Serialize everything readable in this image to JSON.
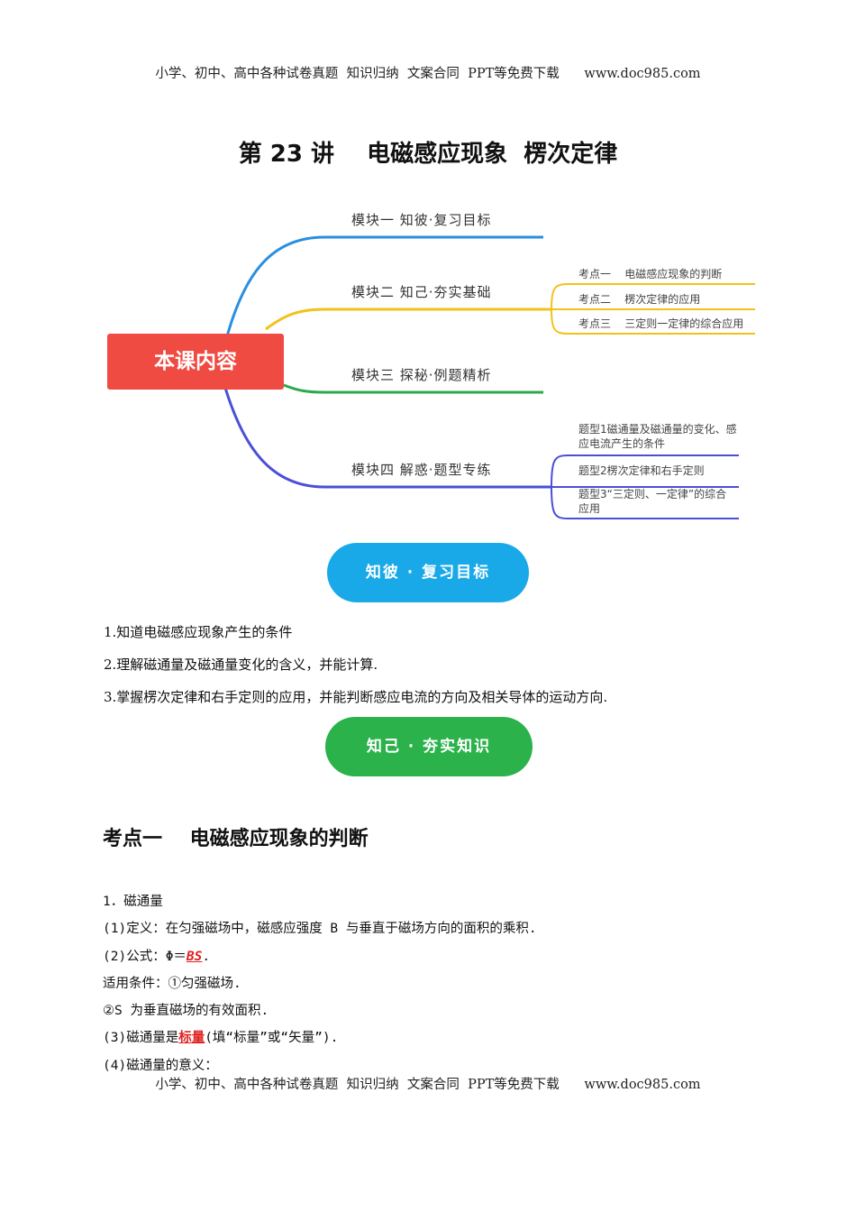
{
  "header": "小学、初中、高中各种试卷真题  知识归纳  文案合同  PPT等免费下载      www.doc985.com",
  "footer": "小学、初中、高中各种试卷真题  知识归纳  文案合同  PPT等免费下载      www.doc985.com",
  "title": "第 23 讲    电磁感应现象  楞次定律",
  "mindmap": {
    "root": "本课内容",
    "branches": [
      {
        "label": "模块一  知彼·复习目标",
        "color": "#2a8fe0"
      },
      {
        "label": "模块二  知己·夯实基础",
        "color": "#f2c21a",
        "children": [
          "考点一    电磁感应现象的判断",
          "考点二    楞次定律的应用",
          "考点三    三定则一定律的综合应用"
        ]
      },
      {
        "label": "模块三  探秘·例题精析",
        "color": "#2ea84a"
      },
      {
        "label": "模块四  解惑·题型专练",
        "color": "#4a4fd8",
        "children": [
          "题型1磁通量及磁通量的变化、感应电流产生的条件",
          "题型2楞次定律和右手定则",
          "题型3“三定则、一定律”的综合应用"
        ]
      }
    ]
  },
  "pill1": {
    "label": "知彼 · 复习目标",
    "color": "#1aa9e8"
  },
  "pill2": {
    "label": "知己 · 夯实知识",
    "color": "#2bb24a"
  },
  "goals": [
    "1.知道电磁感应现象产生的条件",
    "2.理解磁通量及磁通量变化的含义，并能计算.",
    "3.掌握楞次定律和右手定则的应用，并能判断感应电流的方向及相关导体的运动方向."
  ],
  "section_title": "考点一    电磁感应现象的判断",
  "content": {
    "l1": "1．磁通量",
    "l2": "(1)定义：在匀强磁场中，磁感应强度 B 与垂直于磁场方向的面积的乘积.",
    "l3_pre": "(2)公式：Φ＝",
    "l3_ans": "BS",
    "l3_post": ".",
    "l4": "适用条件：①匀强磁场.",
    "l5": "②S 为垂直磁场的有效面积.",
    "l6_pre": "(3)磁通量是",
    "l6_ans": "标量",
    "l6_post": "(填“标量”或“矢量”).",
    "l7": "(4)磁通量的意义："
  }
}
